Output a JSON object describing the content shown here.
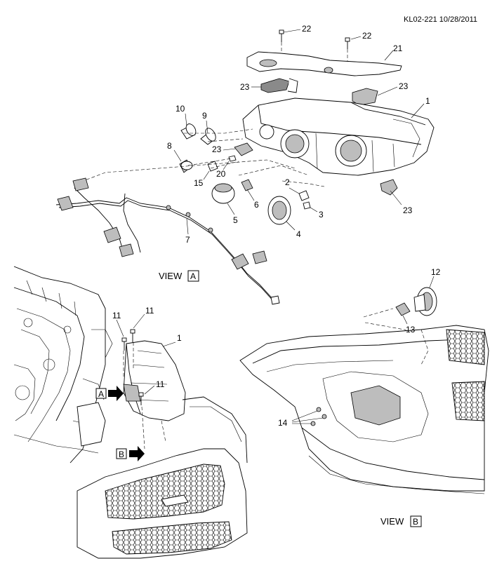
{
  "header": {
    "code": "KL02-221 10/28/2011"
  },
  "callouts": {
    "c1": "1",
    "c1b": "1",
    "c2": "2",
    "c3": "3",
    "c4": "4",
    "c5": "5",
    "c6": "6",
    "c7": "7",
    "c8": "8",
    "c9": "9",
    "c10": "10",
    "c11a": "11",
    "c11b": "11",
    "c11c": "11",
    "c12": "12",
    "c13": "13",
    "c14": "14",
    "c15": "15",
    "c20": "20",
    "c21": "21",
    "c22a": "22",
    "c22b": "22",
    "c23a": "23",
    "c23b": "23",
    "c23c": "23",
    "c23d": "23"
  },
  "views": {
    "view_a_label": "VIEW",
    "view_a_letter": "A",
    "view_b_label": "VIEW",
    "view_b_letter": "B",
    "arrow_a_letter": "A",
    "arrow_b_letter": "B"
  }
}
